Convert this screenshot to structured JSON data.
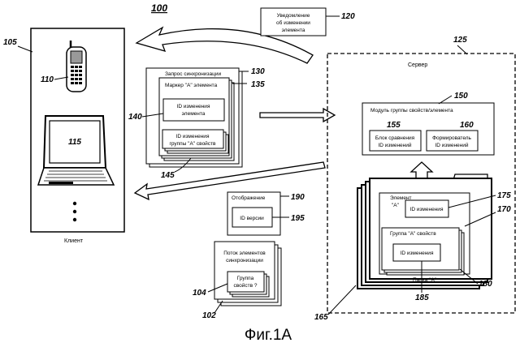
{
  "colors": {
    "ink": "#000000",
    "paper": "#ffffff"
  },
  "figure": {
    "number": "100",
    "caption": "Фиг.1А"
  },
  "client": {
    "ref": "105",
    "label": "Клиент",
    "phone_ref": "110",
    "laptop_ref": "115"
  },
  "notification": {
    "ref": "120",
    "line1": "Уведомление",
    "line2": "об изменении",
    "line3": "элемента"
  },
  "sync_request": {
    "title": "Запрос синхронизации",
    "ref": "130",
    "marker": "Маркер \"А\" элемента",
    "marker_ref": "135",
    "item_change_id_1": "ID изменения",
    "item_change_id_2": "элемента",
    "item_change_ref": "140",
    "group_change_id_1": "ID изменения",
    "group_change_id_2": "группы \"А\" свойств",
    "group_change_ref": "145"
  },
  "server": {
    "label": "Сервер",
    "ref": "125",
    "module_title": "Модуль группы свойств/элемента",
    "module_ref": "150",
    "compare_1": "Блок сравнения",
    "compare_2": "ID изменений",
    "compare_ref": "155",
    "former_1": "Формирователь",
    "former_2": "ID изменений",
    "former_ref": "160"
  },
  "folder": {
    "ref": "165",
    "name": "Папка \"А\"",
    "ref_180": "180",
    "item_1": "Элемент",
    "item_2": "\"А\"",
    "item_change_id": "ID изменения",
    "item_ref": "175",
    "group_label": "Группа \"А\" свойств",
    "group_ref": "170",
    "group_change_id": "ID изменения",
    "group_change_ref": "185"
  },
  "mapping": {
    "title": "Отображение",
    "ref": "190",
    "version_id": "ID версии",
    "version_ref": "195"
  },
  "stream": {
    "title_1": "Поток элементов",
    "title_2": "синхронизации",
    "ref": "102",
    "group_1": "Группа",
    "group_2": "свойств ?",
    "group_ref": "104"
  }
}
